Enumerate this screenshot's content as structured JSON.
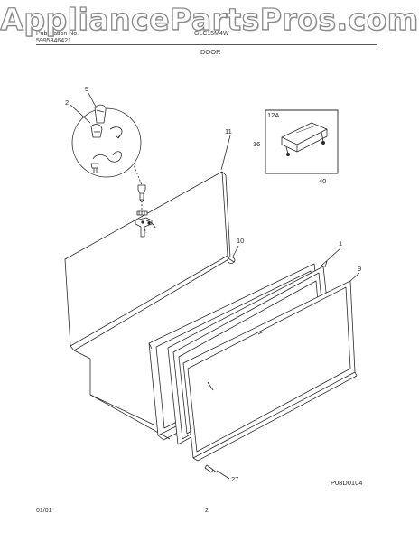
{
  "watermark": "AppliancePartsPros.com",
  "header": {
    "publication_label": "Publication No.",
    "publication_number": "5995346421",
    "model": "GLC15M4W",
    "section_title": "DOOR"
  },
  "callouts": {
    "c5": "5",
    "c2": "2",
    "c11": "11",
    "c12a": "12A",
    "c16": "16",
    "c40": "40",
    "c10": "10",
    "c1": "1",
    "c9": "9",
    "c27": "27"
  },
  "figure_code": "P08D0104",
  "footer": {
    "date": "01/01",
    "page": "2"
  },
  "colors": {
    "line": "#2a2a2a",
    "watermark_outline": "#8a8a8a"
  }
}
